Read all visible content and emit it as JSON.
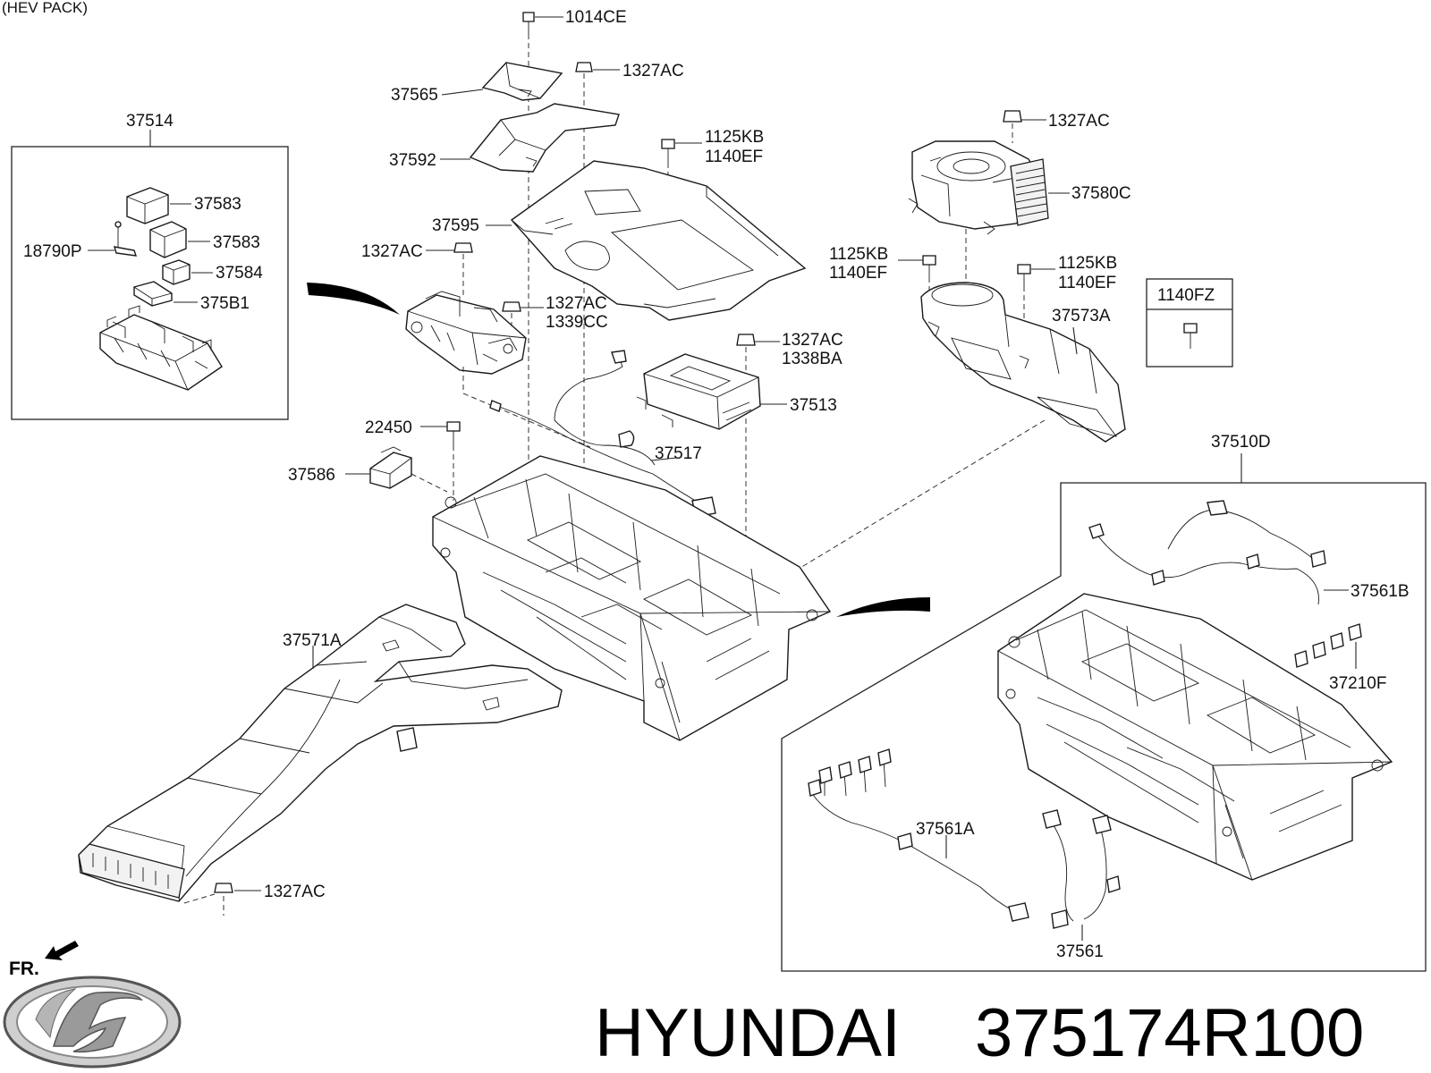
{
  "header": "(HEV PACK)",
  "labels": {
    "l1014CE": "1014CE",
    "l1327AC_a": "1327AC",
    "l37565": "37565",
    "l37592": "37592",
    "l37514": "37514",
    "l1125KB_a": "1125KB",
    "l1140EF_a": "1140EF",
    "l1327AC_b": "1327AC",
    "l37580C": "37580C",
    "l37583_a": "37583",
    "l37583_b": "37583",
    "l18790P": "18790P",
    "l37584": "37584",
    "l375B1": "375B1",
    "l37595": "37595",
    "l1327AC_c": "1327AC",
    "l1125KB_b": "1125KB",
    "l1140EF_b": "1140EF",
    "l1125KB_c": "1125KB",
    "l1140EF_c": "1140EF",
    "l1140FZ": "1140FZ",
    "l37573A": "37573A",
    "l1327AC_d": "1327AC",
    "l1339CC": "1339CC",
    "l1327AC_e": "1327AC",
    "l1338BA": "1338BA",
    "l37513": "37513",
    "l22450": "22450",
    "l37517": "37517",
    "l37586": "37586",
    "l37510D": "37510D",
    "l37561B": "37561B",
    "l37571A": "37571A",
    "l37210F": "37210F",
    "l37561A": "37561A",
    "l1327AC_f": "1327AC",
    "l37561": "37561"
  },
  "fr_label": "FR.",
  "brand": {
    "name": "HYUNDAI",
    "part_number": "375174R100",
    "logo": "hyundai-logo"
  }
}
